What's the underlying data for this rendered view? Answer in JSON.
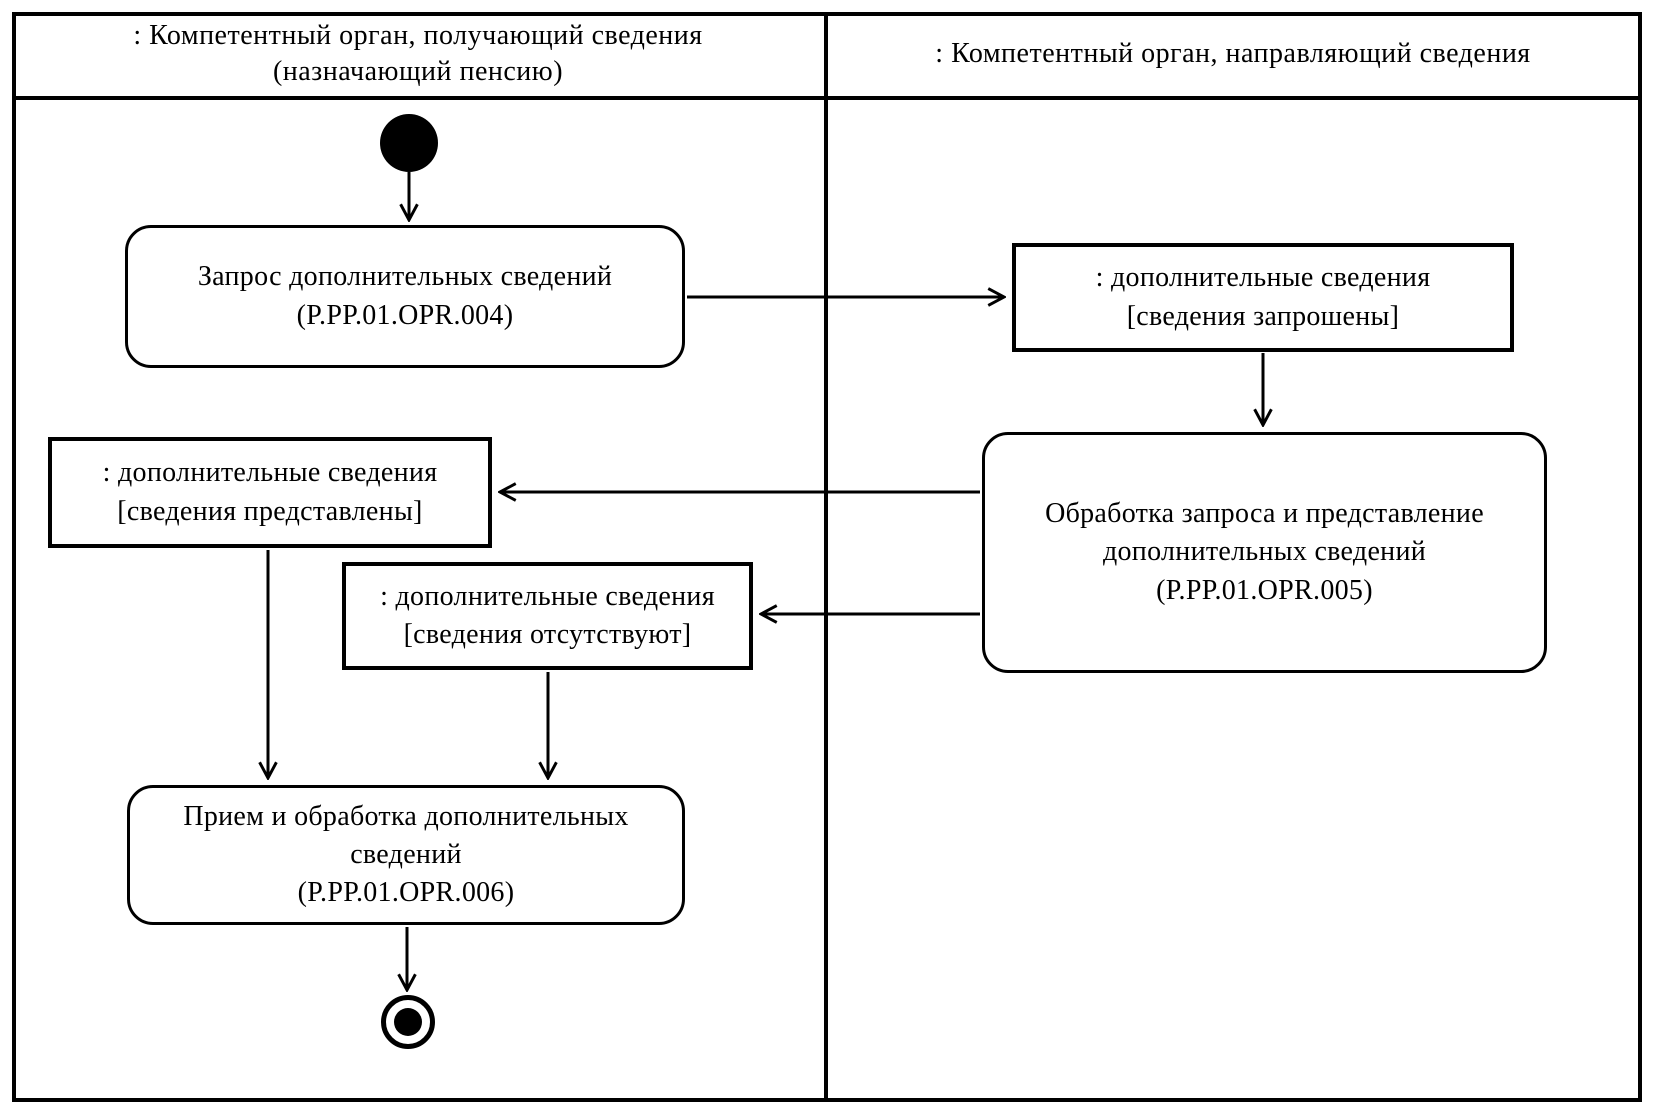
{
  "diagram": {
    "type": "uml-activity-swimlane",
    "colors": {
      "line": "#000000",
      "background": "#ffffff",
      "text": "#000000"
    },
    "lanes": {
      "left": {
        "title_line1": ": Компетентный орган, получающий сведения",
        "title_line2": "(назначающий пенсию)"
      },
      "right": {
        "title_line1": ": Компетентный орган, направляющий сведения",
        "title_line2": ""
      }
    },
    "nodes": {
      "start": {
        "kind": "initial-state"
      },
      "request": {
        "kind": "activity",
        "line1": "Запрос дополнительных сведений",
        "line2": "(P.PP.01.OPR.004)"
      },
      "requested": {
        "kind": "object",
        "line1": ": дополнительные сведения",
        "line2": "[сведения запрошены]"
      },
      "process": {
        "kind": "activity",
        "line1": "Обработка запроса и представление",
        "line2": "дополнительных сведений",
        "line3": "(P.PP.01.OPR.005)"
      },
      "provided": {
        "kind": "object",
        "line1": ": дополнительные сведения",
        "line2": "[сведения представлены]"
      },
      "absent": {
        "kind": "object",
        "line1": ": дополнительные сведения",
        "line2": "[сведения отсутствуют]"
      },
      "receive": {
        "kind": "activity",
        "line1": "Прием и обработка дополнительных",
        "line2": "сведений",
        "line3": "(P.PP.01.OPR.006)"
      },
      "end": {
        "kind": "final-state"
      }
    },
    "flows": [
      {
        "from": "start",
        "to": "request"
      },
      {
        "from": "request",
        "to": "requested"
      },
      {
        "from": "requested",
        "to": "process"
      },
      {
        "from": "process",
        "to": "provided"
      },
      {
        "from": "process",
        "to": "absent"
      },
      {
        "from": "provided",
        "to": "receive"
      },
      {
        "from": "absent",
        "to": "receive"
      },
      {
        "from": "receive",
        "to": "end"
      }
    ]
  }
}
